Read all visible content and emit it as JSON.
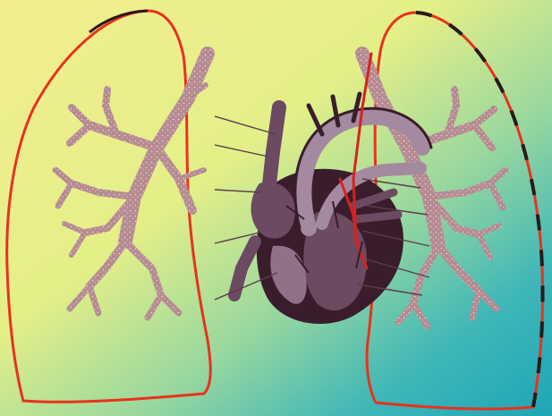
{
  "colors": {
    "background_gradient": [
      "#f2ee8e",
      "#e4ef88",
      "#9ad89e",
      "#3fb7b8",
      "#1ea6b6"
    ],
    "lung_outline": "#e8321e",
    "lung_outline_dark": "#2a1a1a",
    "bronchi": "#b58a92",
    "bronchi_texture": "#f3e6d0",
    "heart_dark": "#3a1d2c",
    "heart_mid": "#6b4a62",
    "heart_light": "#a48aa0",
    "leader_line": "#5a3c4a",
    "red_vessel": "#d8221c"
  },
  "diagram": {
    "subject": "heart and lungs",
    "elements": [
      "left-lung-outline",
      "right-lung-outline",
      "left-bronchial-tree",
      "right-bronchial-tree",
      "heart",
      "great-vessels",
      "leader-lines"
    ]
  }
}
